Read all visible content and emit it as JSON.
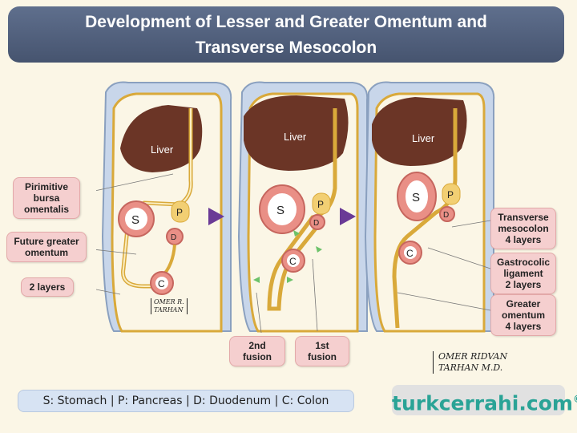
{
  "title": {
    "line1": "Development of Lesser and Greater Omentum and",
    "line2": "Transverse Mesocolon"
  },
  "organs": {
    "liver": "Liver",
    "stomach": "S",
    "pancreas": "P",
    "duodenum": "D",
    "colon": "C"
  },
  "labels": {
    "bursa": [
      "Pirimitive",
      "bursa",
      "omentalis"
    ],
    "future_omentum": [
      "Future greater",
      "omentum"
    ],
    "two_layers": "2 layers",
    "second_fusion": "2nd fusion",
    "first_fusion": "1st fusion",
    "transverse_mesocolon": [
      "Transverse",
      "mesocolon",
      "4 layers"
    ],
    "gastrocolic": [
      "Gastrocolic",
      "ligament",
      "2 layers"
    ],
    "greater_omentum": [
      "Greater",
      "omentum",
      "4 layers"
    ]
  },
  "signature_small": [
    "OMER R.",
    "TARHAN"
  ],
  "signature_large": [
    "OMER  RIDVAN",
    "TARHAN  M.D."
  ],
  "legend": "S: Stomach | P: Pancreas | D: Duodenum | C: Colon",
  "brand": {
    "name": "turkcerrahi.com",
    "mark": "©"
  },
  "colors": {
    "title_bg": "#4f5d7a",
    "label_bg": "#f5cfcf",
    "liver": "#6b3526",
    "organ_ring": "#e98f86",
    "mesentery": "#e2b43e",
    "body_wall": "#c8d6ea",
    "arrow": "#6a3a96",
    "fusion_arrow": "#6dc26a",
    "brand_text": "#2aa396"
  }
}
